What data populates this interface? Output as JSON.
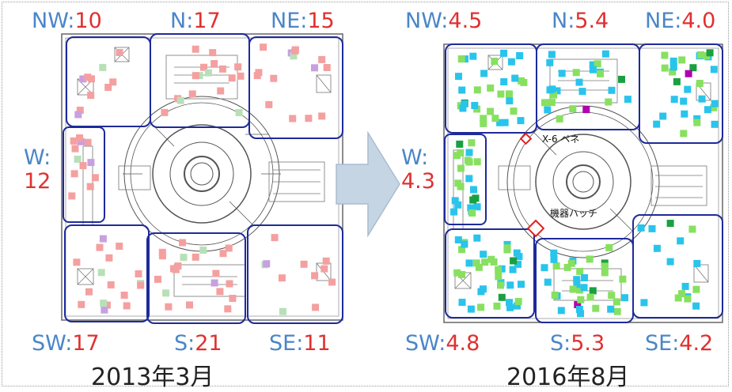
{
  "left": {
    "date": "2013年3月",
    "zones": [
      {
        "dir": "NW:",
        "val": "10"
      },
      {
        "dir": "N:",
        "val": "17"
      },
      {
        "dir": "NE:",
        "val": "15"
      },
      {
        "dir": "W:",
        "val": "12"
      },
      {
        "dir": "SW:",
        "val": "17"
      },
      {
        "dir": "S:",
        "val": "21"
      },
      {
        "dir": "SE:",
        "val": "11"
      }
    ]
  },
  "right": {
    "date": "2016年8月",
    "zones": [
      {
        "dir": "NW:",
        "val": "4.5"
      },
      {
        "dir": "N:",
        "val": "5.4"
      },
      {
        "dir": "NE:",
        "val": "4.0"
      },
      {
        "dir": "W:",
        "val": "4.3"
      },
      {
        "dir": "SW:",
        "val": "4.8"
      },
      {
        "dir": "S:",
        "val": "5.3"
      },
      {
        "dir": "SE:",
        "val": "4.2"
      }
    ],
    "annotations": {
      "penetration": "X-6 ペネ",
      "hatch": "機器ハッチ"
    }
  },
  "colors": {
    "zone_border": "#1e2a9a",
    "dir_text": "#4a86c8",
    "val_text": "#e03030",
    "arrow": "#c6d5e4",
    "marker": "#e02020",
    "dots_2013": [
      "#f4a0a0",
      "#b8e0b8",
      "#c8a0e0"
    ],
    "dots_2016": [
      "#29c4ec",
      "#88e060",
      "#1aa040",
      "#b000b0"
    ]
  }
}
